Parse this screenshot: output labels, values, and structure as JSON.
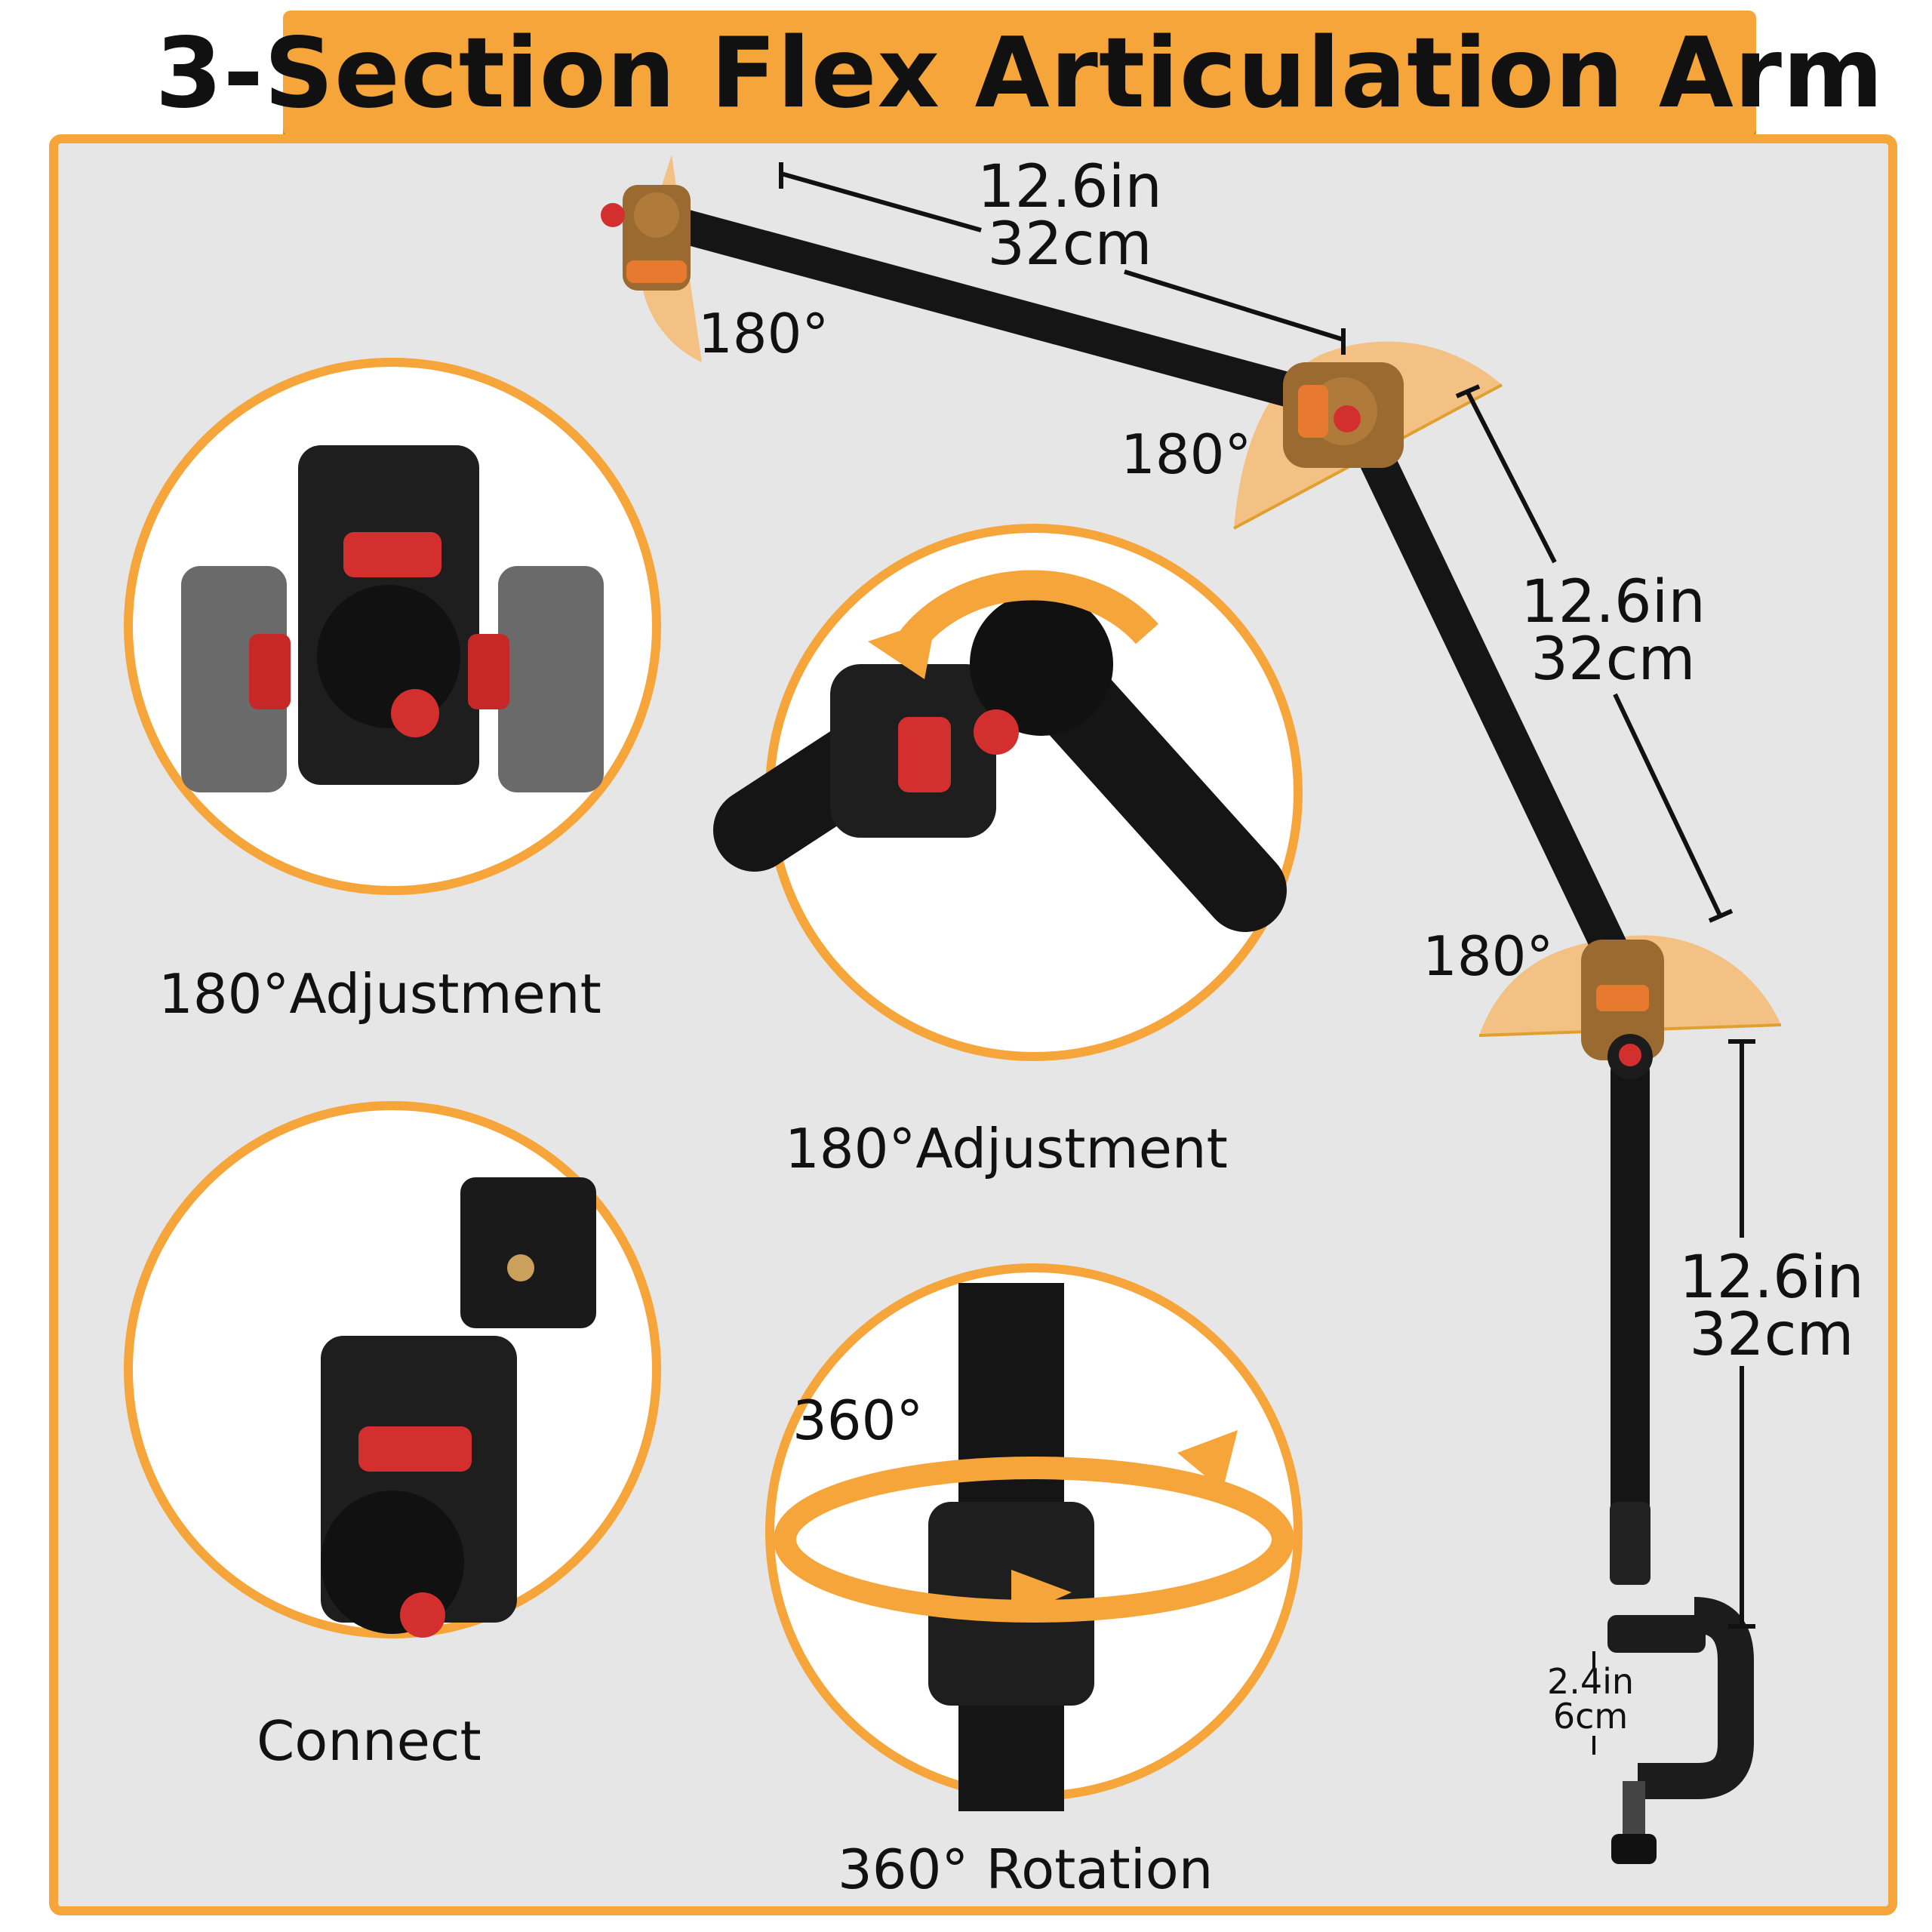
{
  "title": "3-Section Flex Articulation Arm",
  "colors": {
    "accent": "#f6a53a",
    "panel": "#e6e6e6",
    "knob": "#d32f2f",
    "arm": "#1a1a1a",
    "joint": "#b07a3a"
  },
  "dimensions": {
    "section1": {
      "in": "12.6in",
      "cm": "32cm"
    },
    "section2": {
      "in": "12.6in",
      "cm": "32cm"
    },
    "section3": {
      "in": "12.6in",
      "cm": "32cm"
    },
    "clamp": {
      "in": "2.4in",
      "cm": "6cm"
    }
  },
  "angles": {
    "end_joint": "180°",
    "joint_1": "180°",
    "joint_2": "180°",
    "rotation": "360°"
  },
  "features": {
    "adjustment_left": "180°Adjustment",
    "adjustment_center": "180°Adjustment",
    "connect": "Connect",
    "rotation": "360° Rotation"
  },
  "icons": [
    "rotate-arrow-icon",
    "rotation-ring-icon"
  ]
}
